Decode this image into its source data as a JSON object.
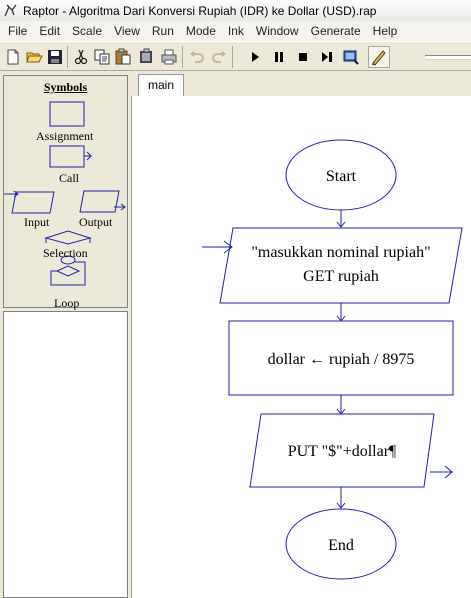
{
  "window": {
    "title": "Raptor - Algoritma Dari Konversi Rupiah (IDR) ke Dollar (USD).rap"
  },
  "menu": [
    "File",
    "Edit",
    "Scale",
    "View",
    "Run",
    "Mode",
    "Ink",
    "Window",
    "Generate",
    "Help"
  ],
  "toolbar": {
    "icons": [
      "new-icon",
      "open-icon",
      "save-icon",
      "cut-icon",
      "copy-icon",
      "paste-icon",
      "print-icon",
      "undo-icon",
      "redo-icon",
      "play-icon",
      "pause-icon",
      "stop-icon",
      "step-icon",
      "test-icon",
      "pen-icon",
      "speed-slider"
    ]
  },
  "symbols": {
    "title": "Symbols",
    "assignment": "Assignment",
    "call": "Call",
    "input": "Input",
    "output": "Output",
    "selection": "Selection",
    "loop": "Loop"
  },
  "tabs": [
    "main"
  ],
  "flowchart": {
    "start": "Start",
    "input_prompt": "\"masukkan nominal rupiah\"",
    "input_get": "GET rupiah",
    "assignment": "dollar ← rupiah / 8975",
    "output": "PUT \"$\"+dollar¶",
    "end": "End"
  },
  "colors": {
    "flow_stroke": "#1e22a8",
    "panel_bg": "#ece9d8"
  }
}
